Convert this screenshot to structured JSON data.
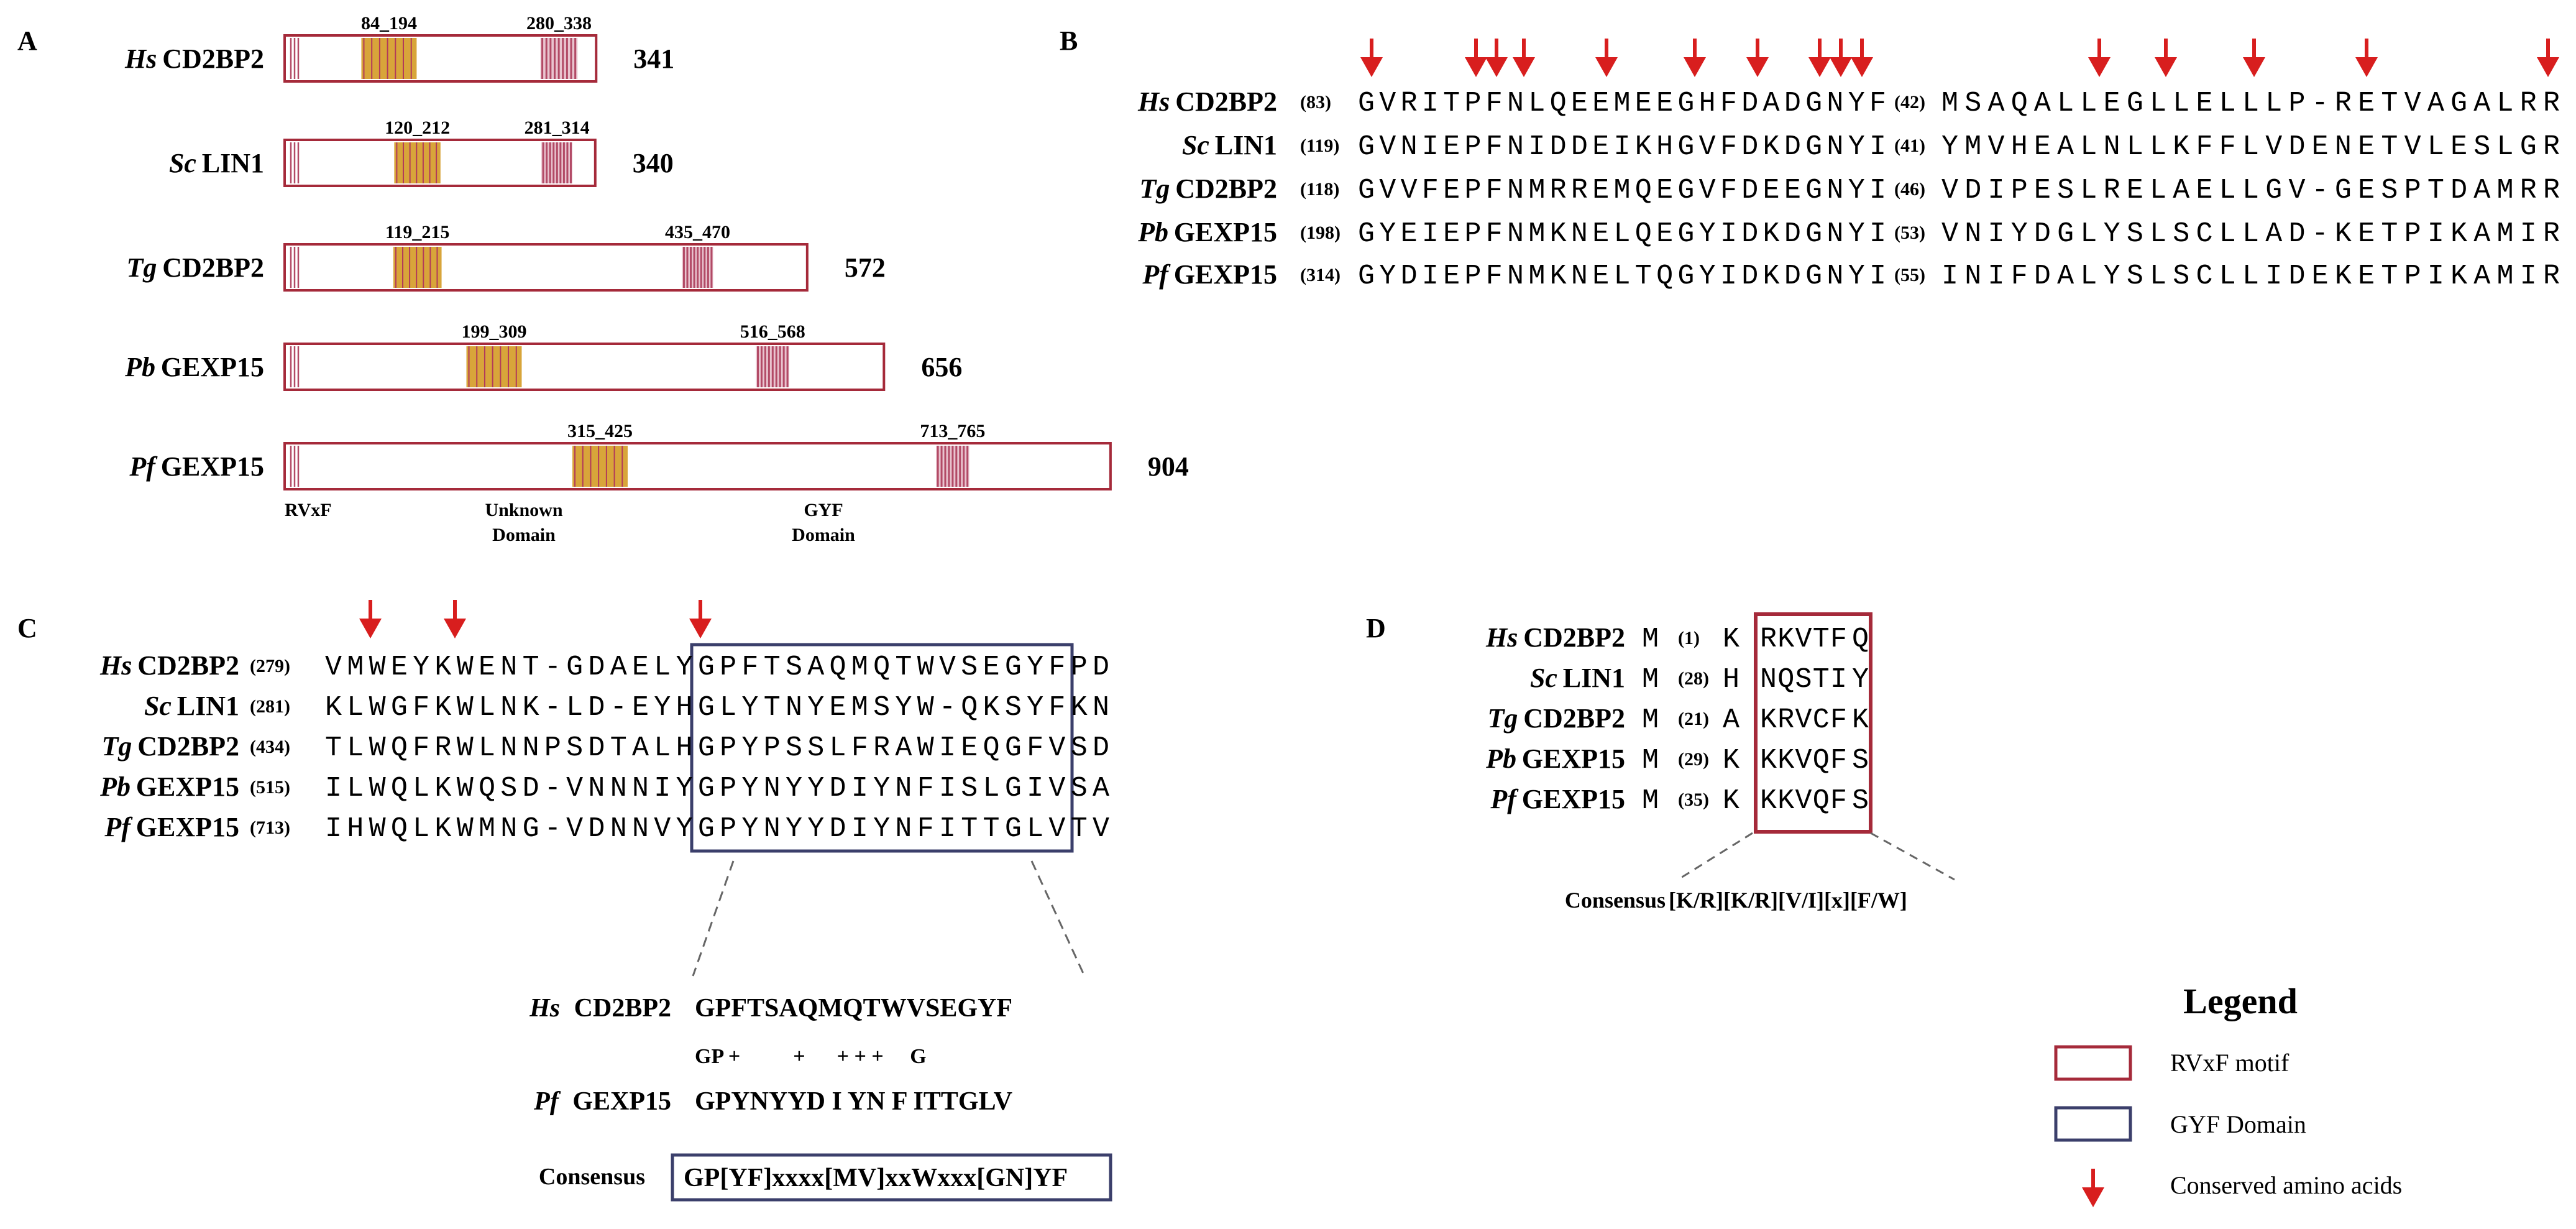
{
  "colors": {
    "rvxf": "#a52a3a",
    "gyf_box": "#3b3f6b",
    "arrow": "#d81e1e",
    "unknown_bar": "#d8a53a",
    "gyf_bar": "#b24a66",
    "text": "#000000"
  },
  "panelA": {
    "label": "A",
    "proteins": [
      {
        "sp": "Hs",
        "name": "CD2BP2",
        "length_label": "341",
        "length": 341,
        "unknown_range": [
          84,
          194
        ],
        "unknown_label": "84_194",
        "gyf_range": [
          280,
          338
        ],
        "gyf_label": "280_338"
      },
      {
        "sp": "Sc",
        "name": "LIN1",
        "length_label": "340",
        "length": 340,
        "unknown_range": [
          120,
          212
        ],
        "unknown_label": "120_212",
        "gyf_range": [
          281,
          314
        ],
        "gyf_label": "281_314"
      },
      {
        "sp": "Tg",
        "name": "CD2BP2",
        "length_label": "572",
        "length": 572,
        "unknown_range": [
          119,
          215
        ],
        "unknown_label": "119_215",
        "gyf_range": [
          435,
          470
        ],
        "gyf_label": "435_470"
      },
      {
        "sp": "Pb",
        "name": "GEXP15",
        "length_label": "656",
        "length": 656,
        "unknown_range": [
          199,
          309
        ],
        "unknown_label": "199_309",
        "gyf_range": [
          516,
          568
        ],
        "gyf_label": "516_568"
      },
      {
        "sp": "Pf",
        "name": "GEXP15",
        "length_label": "904",
        "length": 904,
        "unknown_range": [
          315,
          425
        ],
        "unknown_label": "315_425",
        "gyf_range": [
          713,
          765
        ],
        "gyf_label": "713_765"
      }
    ],
    "domain_labels": {
      "rvxf": "RVxF",
      "unknown_line1": "Unknown",
      "unknown_line2": "Domain",
      "gyf_line1": "GYF",
      "gyf_line2": "Domain"
    }
  },
  "panelB": {
    "label": "B",
    "rows": [
      {
        "sp": "Hs",
        "name": "CD2BP2",
        "start": "(83)",
        "seg1": "GVRITPFNLQEEMEEGHFDADGNYF",
        "gap": "(42)",
        "seg2": "MSAQALLEGLLELLLP-RETVAGALRR"
      },
      {
        "sp": "Sc",
        "name": "LIN1",
        "start": "(119)",
        "seg1": "GVNIEPFNIDDEIKHGVFDKDGNYI",
        "gap": "(41)",
        "seg2": "YMVHEALNLLKFFLVDENETVLESLGR"
      },
      {
        "sp": "Tg",
        "name": "CD2BP2",
        "start": "(118)",
        "seg1": "GVVFEPFNMRREMQEGVFDEEGNYI",
        "gap": "(46)",
        "seg2": "VDIPESLRELAELLGV-GESPTDAMRR"
      },
      {
        "sp": "Pb",
        "name": "GEXP15",
        "start": "(198)",
        "seg1": "GYEIEPFNMKNELQEGYIDKDGNYI",
        "gap": "(53)",
        "seg2": "VNIYDGLYSLSCLLAD-KETPIKAMIR"
      },
      {
        "sp": "Pf",
        "name": "GEXP15",
        "start": "(314)",
        "seg1": "GYDIEPFNMKNELTQGYIDKDGNYI",
        "gap": "(55)",
        "seg2": "INIFDALYSLSCLLIDEKETPIKAMIR"
      }
    ]
  },
  "panelC": {
    "label": "C",
    "rows": [
      {
        "sp": "Hs",
        "name": "CD2BP2",
        "start": "(279)",
        "seq": "VMWEYKWENT-GDAELYGPFTSAQMQTWVSEGYFPD"
      },
      {
        "sp": "Sc",
        "name": "LIN1",
        "start": "(281)",
        "seq": "KLWGFKWLNK-LD-EYHGLYTNYEMSYW-QKSYFKN"
      },
      {
        "sp": "Tg",
        "name": "CD2BP2",
        "start": "(434)",
        "seq": "TLWQFRWLNNPSDTALHGPYPSSLFRAWIEQGFVSD"
      },
      {
        "sp": "Pb",
        "name": "GEXP15",
        "start": "(515)",
        "seq": "ILWQLKWQSD-VNNNIYGPYNYYDIYNFISLGIVSA"
      },
      {
        "sp": "Pf",
        "name": "GEXP15",
        "start": "(713)",
        "seq": "IHWQLKWMNG-VDNNVYGPYNYYDIYNFITTGLVTV"
      }
    ],
    "detail": {
      "hs_sp": "Hs",
      "hs_name": "CD2BP2",
      "hs_seq": "GPFTSAQMQTWVSEGYF",
      "match_line": "GP +          +      + + +     G",
      "pf_sp": "Pf",
      "pf_name": "GEXP15",
      "pf_seq": "GPYNYYD I YN F ITTGLV",
      "consensus_label": "Consensus",
      "consensus_seq": "GP[YF]xxxx[MV]xxWxxx[GN]YF"
    }
  },
  "panelD": {
    "label": "D",
    "rows": [
      {
        "sp": "Hs",
        "name": "CD2BP2",
        "m": "M",
        "gap": "(1)",
        "pre": "K",
        "motif": "RKVTF",
        "post": "Q"
      },
      {
        "sp": "Sc",
        "name": "LIN1",
        "m": "M",
        "gap": "(28)",
        "pre": "H",
        "motif": "NQSTI",
        "post": "Y"
      },
      {
        "sp": "Tg",
        "name": "CD2BP2",
        "m": "M",
        "gap": "(21)",
        "pre": "A",
        "motif": "KRVCF",
        "post": "K"
      },
      {
        "sp": "Pb",
        "name": "GEXP15",
        "m": "M",
        "gap": "(29)",
        "pre": "K",
        "motif": "KKVQF",
        "post": "S"
      },
      {
        "sp": "Pf",
        "name": "GEXP15",
        "m": "M",
        "gap": "(35)",
        "pre": "K",
        "motif": "KKVQF",
        "post": "S"
      }
    ],
    "consensus_label": "Consensus",
    "consensus_seq": "[K/R][K/R][V/I][x][F/W]"
  },
  "legend": {
    "title": "Legend",
    "items": [
      {
        "label": "RVxF motif",
        "kind": "rvxf-box"
      },
      {
        "label": "GYF Domain",
        "kind": "gyf-box"
      },
      {
        "label": "Conserved amino acids",
        "kind": "arrow"
      }
    ]
  }
}
